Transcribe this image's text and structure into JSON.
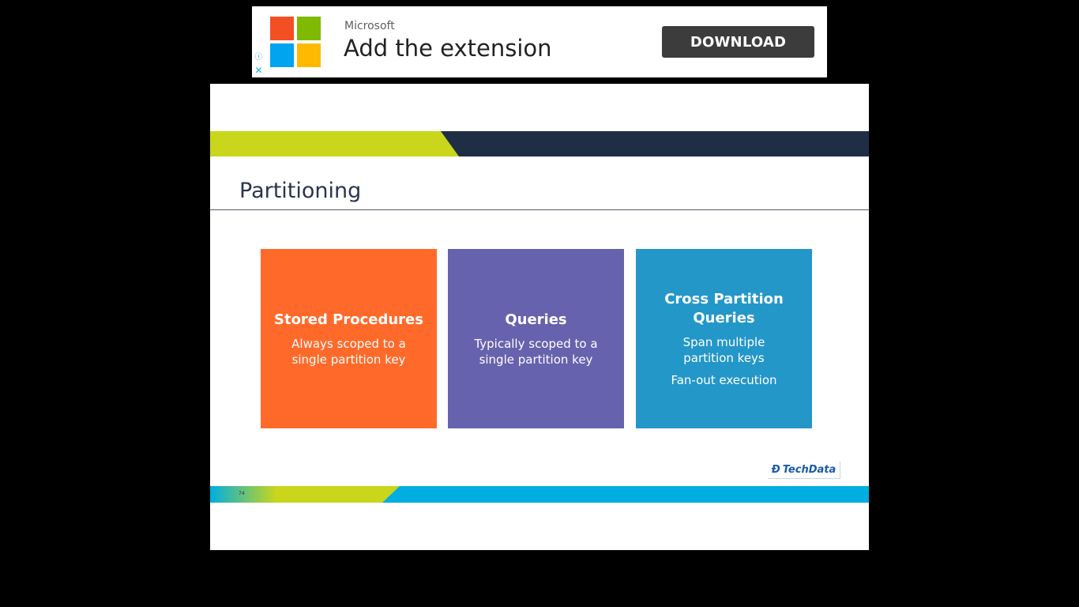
{
  "ad": {
    "brand": "Microsoft",
    "headline": "Add the extension",
    "cta_label": "DOWNLOAD",
    "info_icon": "info-icon",
    "close_icon": "close-icon",
    "info_glyph": "ⓘ",
    "close_glyph": "✕",
    "logo_colors": [
      "#f25022",
      "#7fba00",
      "#00a4ef",
      "#ffb900"
    ]
  },
  "slide": {
    "title": "Partitioning",
    "colors": {
      "top_band_green": "#c9d61b",
      "top_band_navy": "#1f2d45",
      "bottom_band_cyan": "#00aee1",
      "bottom_band_green": "#c9d61b"
    },
    "boxes": [
      {
        "title": "Stored Procedures",
        "lines": [
          "Always scoped to a",
          "single partition key"
        ],
        "extra": "",
        "color": "#ff6a2b"
      },
      {
        "title": "Queries",
        "lines": [
          "Typically scoped to a",
          "single partition key"
        ],
        "extra": "",
        "color": "#6762ad"
      },
      {
        "title": "Cross Partition Queries",
        "lines": [
          "Span multiple",
          "partition keys"
        ],
        "extra": "Fan-out execution",
        "color": "#2497c9"
      }
    ],
    "logo_text": "TechData",
    "slide_number": "74"
  }
}
